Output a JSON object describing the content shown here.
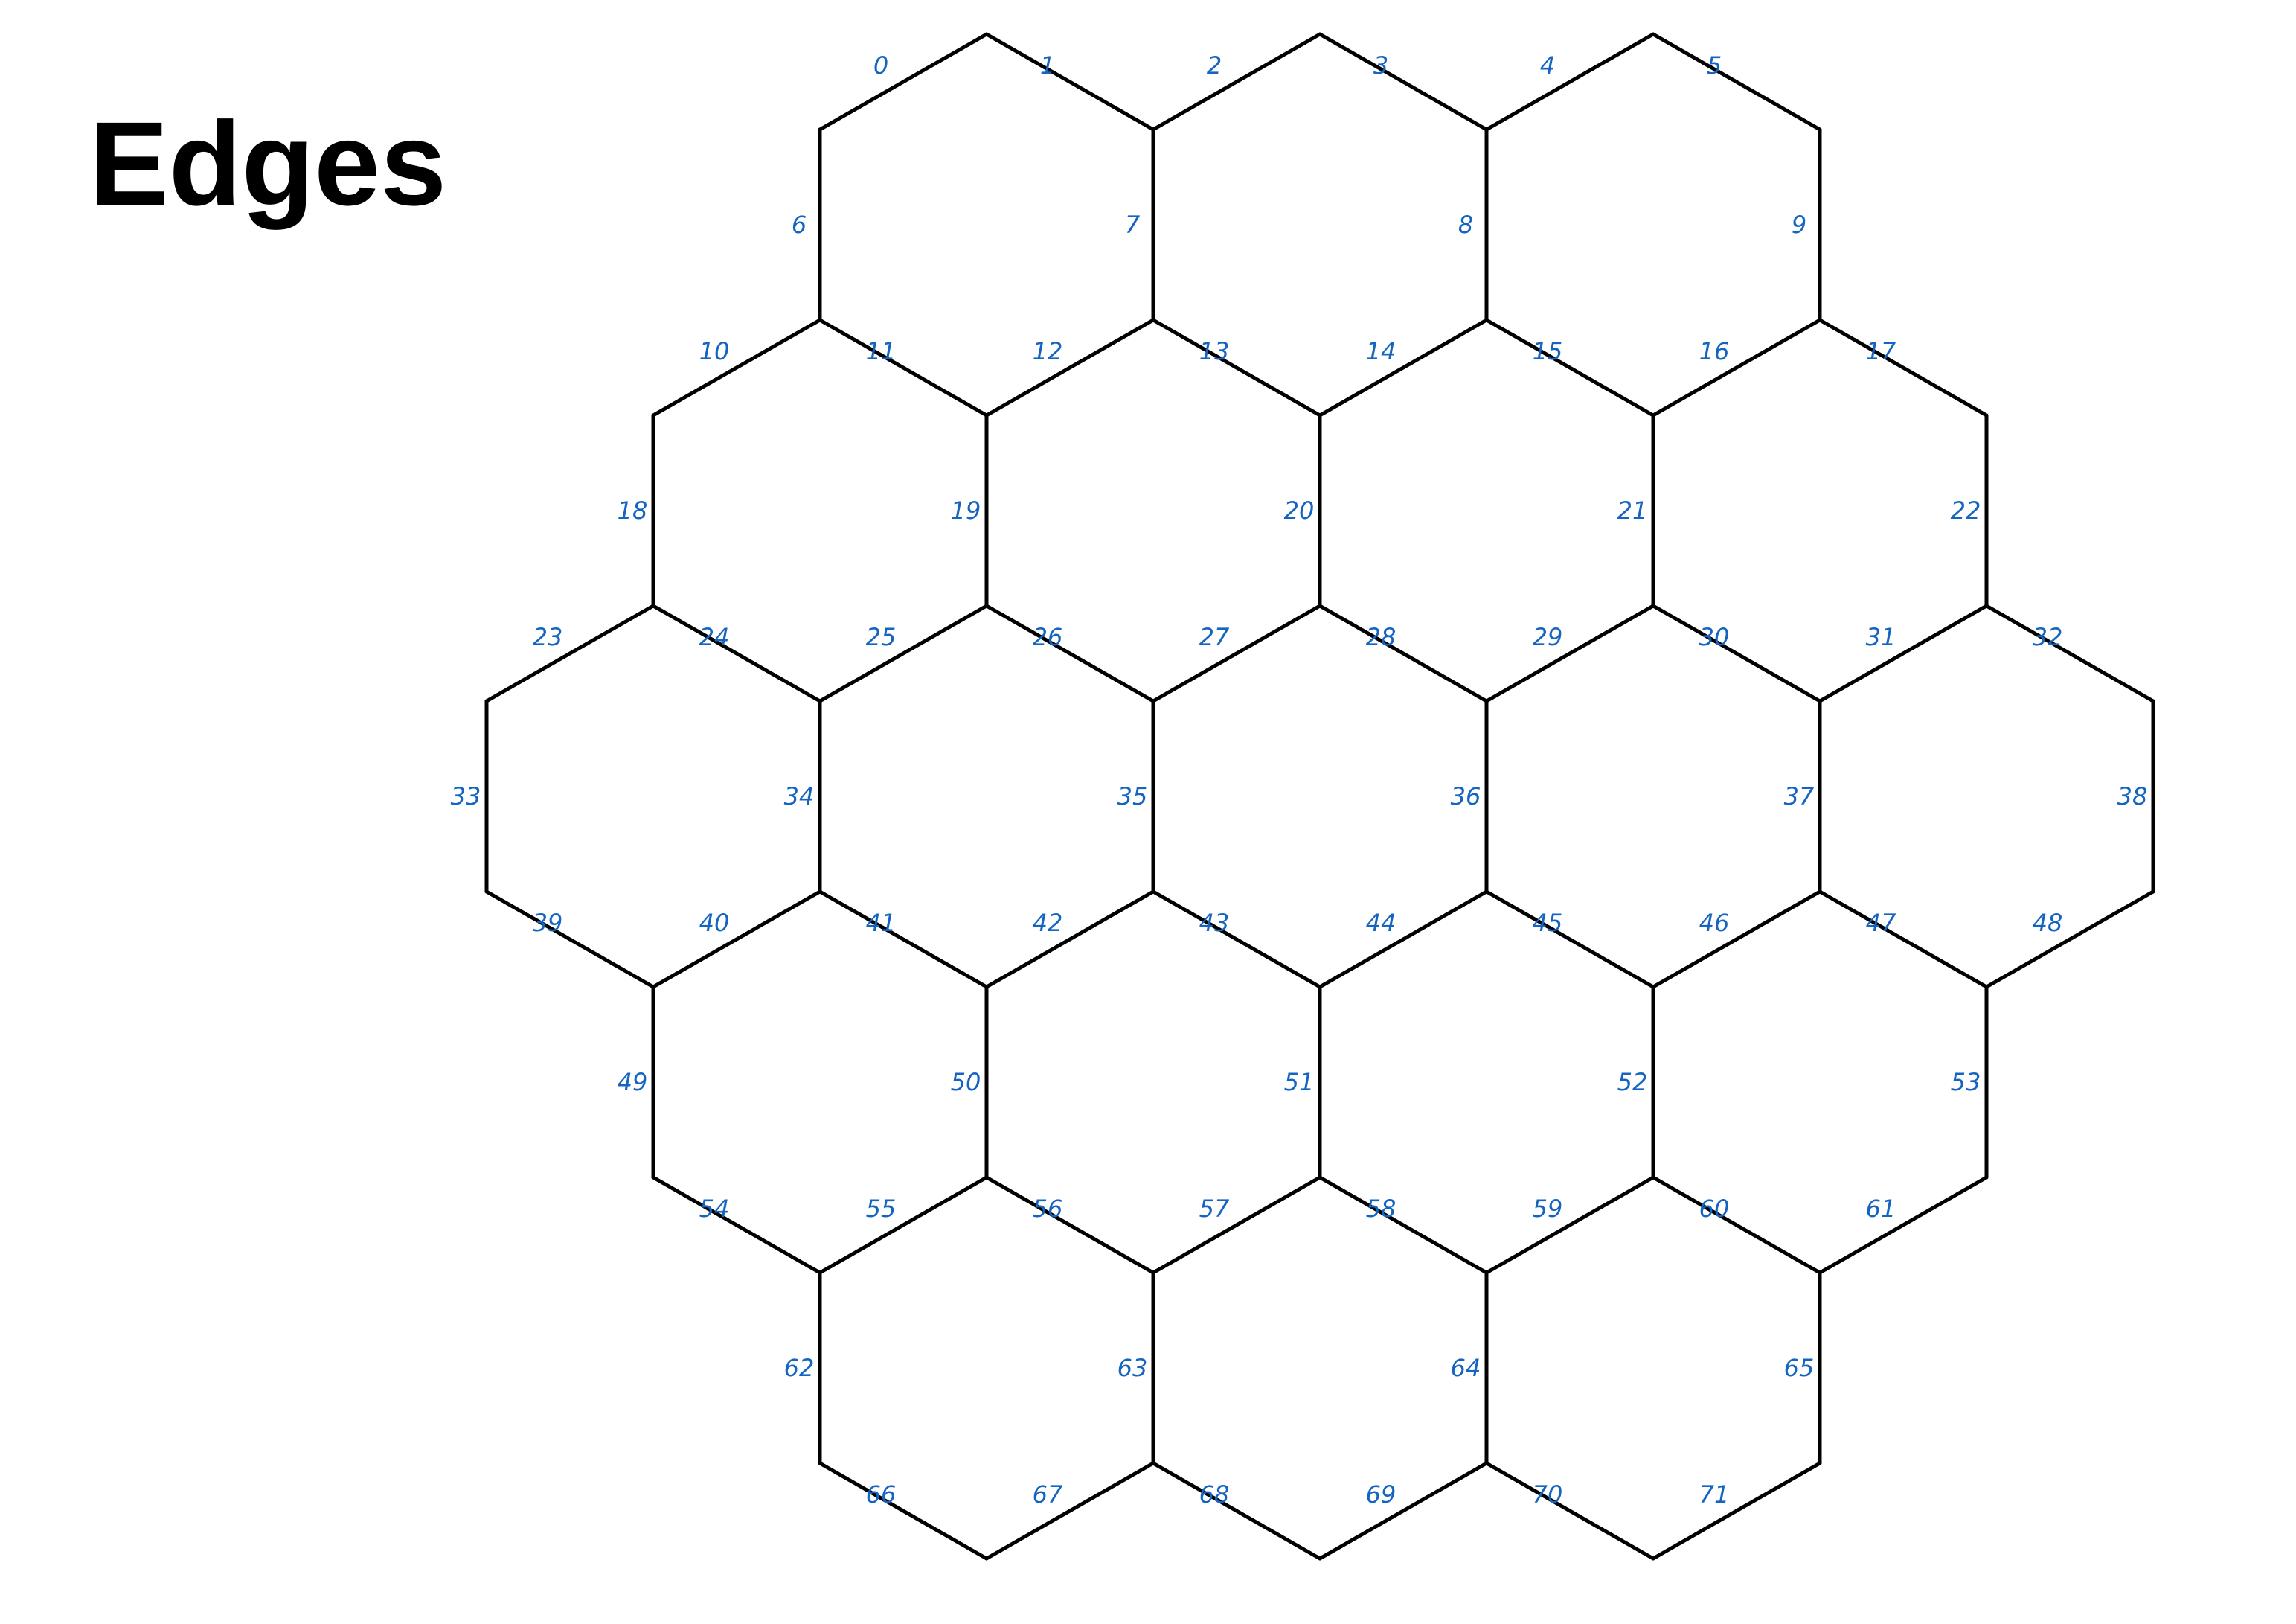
{
  "title": "Edges",
  "colors": {
    "line": "#000000",
    "label": "#1565c0",
    "background": "#ffffff"
  },
  "board": {
    "row_hex_counts": [
      3,
      4,
      5,
      4,
      3
    ],
    "edge_labels": [
      "0",
      "1",
      "2",
      "3",
      "4",
      "5",
      "6",
      "7",
      "8",
      "9",
      "10",
      "11",
      "12",
      "13",
      "14",
      "15",
      "16",
      "17",
      "18",
      "19",
      "20",
      "21",
      "22",
      "23",
      "24",
      "25",
      "26",
      "27",
      "28",
      "29",
      "30",
      "31",
      "32",
      "33",
      "34",
      "35",
      "36",
      "37",
      "38",
      "39",
      "40",
      "41",
      "42",
      "43",
      "44",
      "45",
      "46",
      "47",
      "48",
      "49",
      "50",
      "51",
      "52",
      "53",
      "54",
      "55",
      "56",
      "57",
      "58",
      "59",
      "60",
      "61",
      "62",
      "63",
      "64",
      "65",
      "66",
      "67",
      "68",
      "69",
      "70",
      "71"
    ]
  }
}
